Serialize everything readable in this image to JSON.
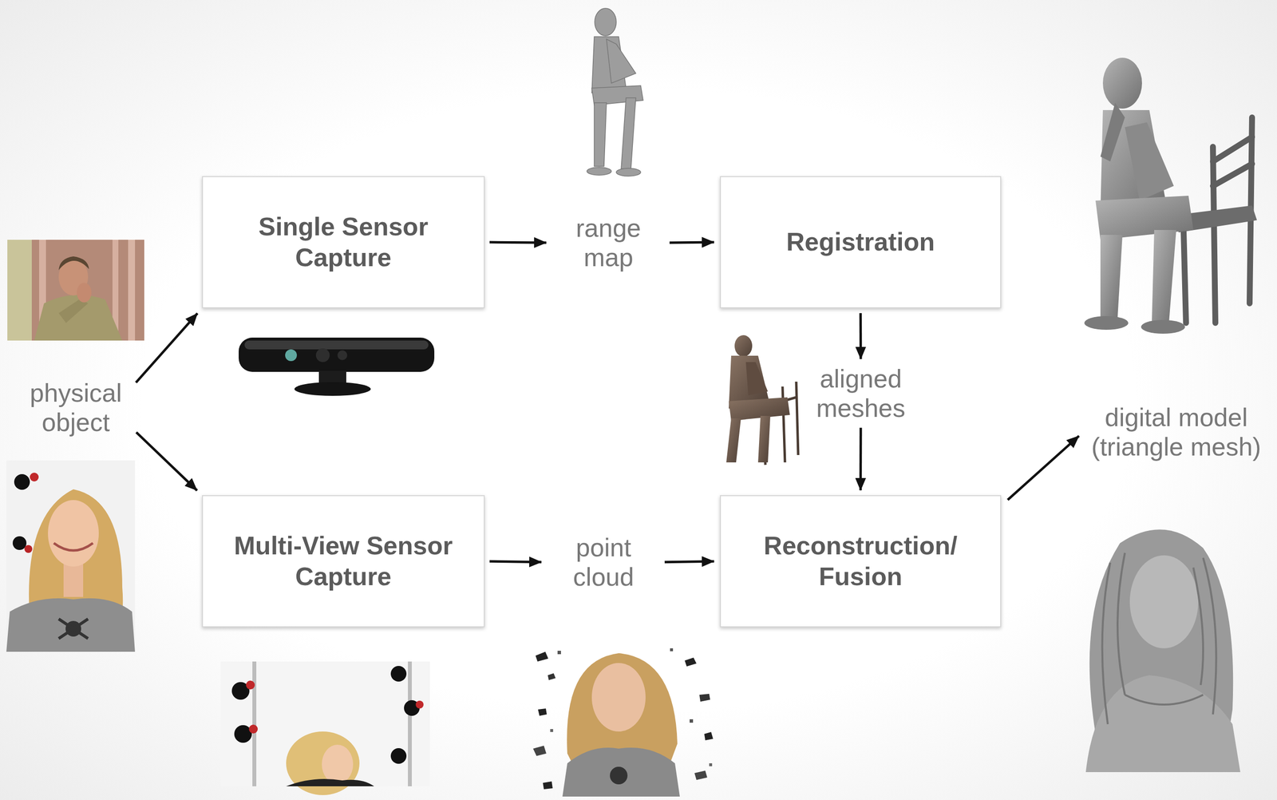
{
  "diagram": {
    "nodes": [
      {
        "text": [
          "physical object"
        ]
      },
      {
        "text": [
          "Single Sensor Capture"
        ]
      },
      {
        "text": [
          "range map"
        ]
      },
      {
        "text": [
          "Registration"
        ]
      },
      {
        "text": [
          "aligned meshes"
        ]
      },
      {
        "text": [
          "Multi-View Sensor Capture"
        ]
      },
      {
        "text": [
          "point cloud"
        ]
      },
      {
        "text": [
          "Reconstruction/ Fusion"
        ]
      },
      {
        "text": [
          "digital model (triangle mesh)"
        ]
      }
    ],
    "edges": [
      {
        "from": 0,
        "to": 1,
        "arrow": "to"
      },
      {
        "from": 0,
        "to": 5,
        "arrow": "to"
      },
      {
        "from": 1,
        "to": 2,
        "arrow": "to"
      },
      {
        "from": 2,
        "to": 3,
        "arrow": "to"
      },
      {
        "from": 3,
        "to": 4,
        "arrow": "to"
      },
      {
        "from": 4,
        "to": 7,
        "arrow": "to"
      },
      {
        "from": 5,
        "to": 6,
        "arrow": "to"
      },
      {
        "from": 6,
        "to": 7,
        "arrow": "to"
      },
      {
        "from": 7,
        "to": 8,
        "arrow": "to"
      }
    ]
  }
}
